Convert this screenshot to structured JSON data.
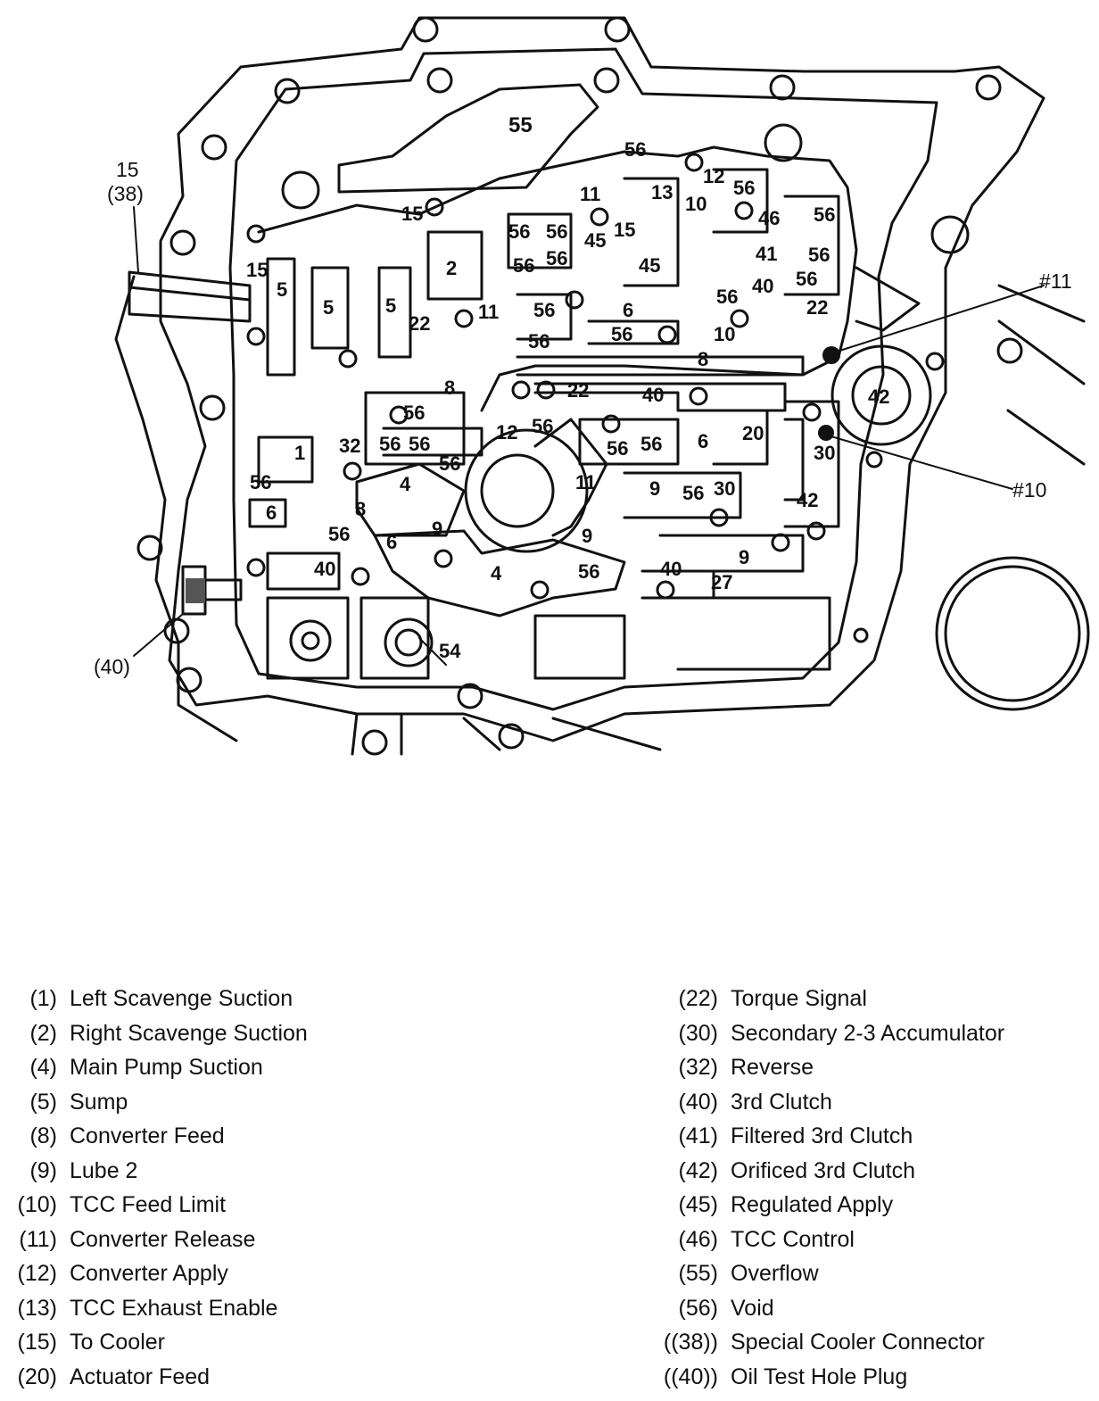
{
  "diagram": {
    "labels": {
      "n55": "55",
      "n56a": "56",
      "n56b": "56",
      "n56c": "56",
      "n56d": "56",
      "n56e": "56",
      "n56f": "56",
      "n56g": "56",
      "n56h": "56",
      "n56i": "56",
      "n56j": "56",
      "n56k": "56",
      "n56l": "56",
      "n56m": "56",
      "n56n": "56",
      "n56o": "56",
      "n56p": "56",
      "n56q": "56",
      "n56r": "56",
      "n56s": "56",
      "n56t": "56",
      "n15a": "15",
      "n15b": "15",
      "n15c": "15",
      "n11a": "11",
      "n11b": "11",
      "n11c": "11",
      "n13": "13",
      "n12a": "12",
      "n12b": "12",
      "n10a": "10",
      "n10b": "10",
      "n46": "46",
      "n41": "41",
      "n40a": "40",
      "n40b": "40",
      "n40c": "40",
      "n40d": "40",
      "n45a": "45",
      "n45b": "45",
      "n2": "2",
      "n5a": "5",
      "n5b": "5",
      "n5c": "5",
      "n22a": "22",
      "n22b": "22",
      "n22c": "22",
      "n6a": "6",
      "n6b": "6",
      "n6c": "6",
      "n6d": "6",
      "n8a": "8",
      "n8b": "8",
      "n8c": "8",
      "n42a": "42",
      "n42b": "42",
      "n20": "20",
      "n30a": "30",
      "n30b": "30",
      "n1": "1",
      "n32": "32",
      "n4a": "4",
      "n4b": "4",
      "n9a": "9",
      "n9b": "9",
      "n9c": "9",
      "n9d": "9",
      "n27": "27",
      "n54": "54",
      "c15": "15",
      "c38": "(38)",
      "c40": "(40)",
      "check11": "#11",
      "check10": "#10"
    }
  },
  "legend_left": [
    {
      "code": "(1)",
      "label": "Left Scavenge Suction"
    },
    {
      "code": "(2)",
      "label": "Right Scavenge Suction"
    },
    {
      "code": "(4)",
      "label": "Main Pump Suction"
    },
    {
      "code": "(5)",
      "label": "Sump"
    },
    {
      "code": "(8)",
      "label": "Converter Feed"
    },
    {
      "code": "(9)",
      "label": "Lube 2"
    },
    {
      "code": "(10)",
      "label": "TCC Feed Limit"
    },
    {
      "code": "(11)",
      "label": "Converter Release"
    },
    {
      "code": "(12)",
      "label": "Converter Apply"
    },
    {
      "code": "(13)",
      "label": "TCC Exhaust Enable"
    },
    {
      "code": "(15)",
      "label": "To Cooler"
    },
    {
      "code": "(20)",
      "label": "Actuator Feed"
    }
  ],
  "legend_right": [
    {
      "code": "(22)",
      "label": "Torque Signal"
    },
    {
      "code": "(30)",
      "label": "Secondary 2-3 Accumulator"
    },
    {
      "code": "(32)",
      "label": "Reverse"
    },
    {
      "code": "(40)",
      "label": "3rd Clutch"
    },
    {
      "code": "(41)",
      "label": "Filtered 3rd Clutch"
    },
    {
      "code": "(42)",
      "label": "Orificed 3rd Clutch"
    },
    {
      "code": "(45)",
      "label": "Regulated Apply"
    },
    {
      "code": "(46)",
      "label": "TCC Control"
    },
    {
      "code": "(55)",
      "label": "Overflow"
    },
    {
      "code": "(56)",
      "label": "Void"
    },
    {
      "code": "((38))",
      "label": "Special Cooler Connector"
    },
    {
      "code": "((40))",
      "label": "Oil Test Hole Plug"
    }
  ]
}
